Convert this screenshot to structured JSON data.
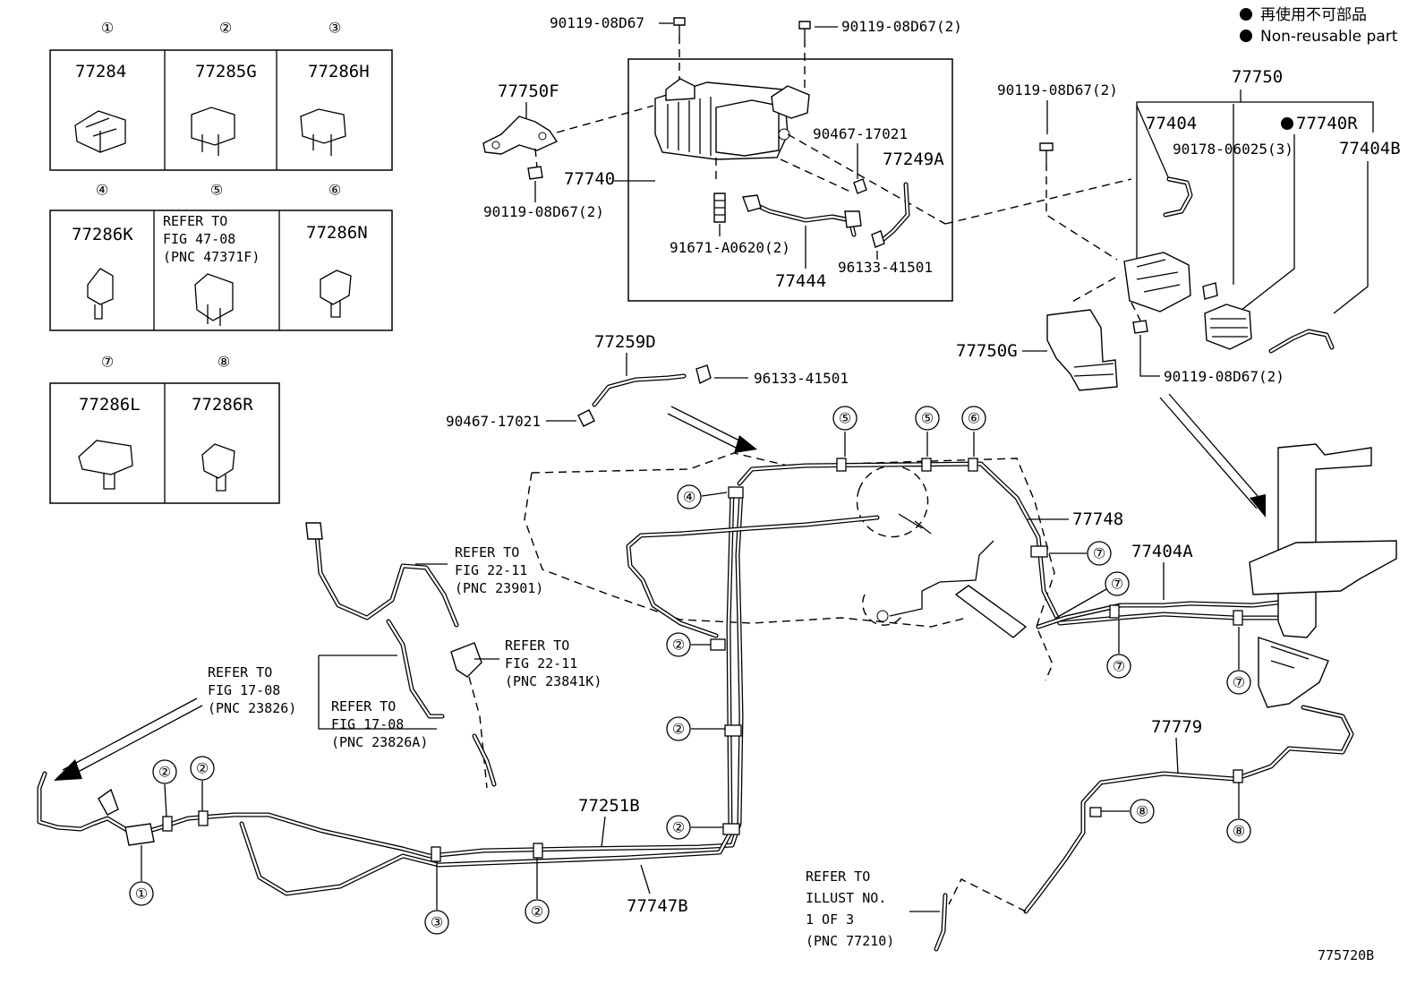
{
  "legend": {
    "line1": "再使用不可部品",
    "line2": "Non-reusable part"
  },
  "clip_table": [
    {
      "num": "①",
      "part": "77284"
    },
    {
      "num": "②",
      "part": "77285G"
    },
    {
      "num": "③",
      "part": "77286H"
    },
    {
      "num": "④",
      "part": "77286K"
    },
    {
      "num": "⑤",
      "ref1": "REFER TO",
      "ref2": "FIG 47-08",
      "ref3": "(PNC 47371F)"
    },
    {
      "num": "⑥",
      "part": "77286N"
    },
    {
      "num": "⑦",
      "part": "77286L"
    },
    {
      "num": "⑧",
      "part": "77286R"
    }
  ],
  "labels": {
    "bolt_top_a": "90119-08D67",
    "bolt_top_b": "90119-08D67(2)",
    "bracket_f": "77750F",
    "bolt_left": "90119-08D67(2)",
    "canister": "77740",
    "clamp_a": "90467-17021",
    "hose_a": "77249A",
    "bolt_b": "91671-A0620(2)",
    "hose_444": "77444",
    "clip_96133_a": "96133-41501",
    "bolt_right": "90119-08D67(2)",
    "assy_77750": "77750",
    "hose_404": "77404",
    "filter_r": "77740R",
    "clip_90178": "90178-06025(3)",
    "hose_404b": "77404B",
    "bracket_g": "77750G",
    "bolt_g": "90119-08D67(2)",
    "hose_259d": "77259D",
    "clip_96133_b": "96133-41501",
    "clamp_b": "90467-17021",
    "tube_748": "77748",
    "tube_404a": "77404A",
    "tube_779": "77779",
    "tube_251b": "77251B",
    "tube_747b": "77747B",
    "ref_22_a_1": "REFER TO",
    "ref_22_a_2": "FIG 22-11",
    "ref_22_a_3": "(PNC 23901)",
    "ref_22_b_1": "REFER TO",
    "ref_22_b_2": "FIG 22-11",
    "ref_22_b_3": "(PNC 23841K)",
    "ref_17_a_1": "REFER TO",
    "ref_17_a_2": "FIG 17-08",
    "ref_17_a_3": "(PNC 23826)",
    "ref_17_b_1": "REFER TO",
    "ref_17_b_2": "FIG 17-08",
    "ref_17_b_3": "(PNC 23826A)",
    "ref_illust_1": "REFER TO",
    "ref_illust_2": "ILLUST NO.",
    "ref_illust_3": "1 OF 3",
    "ref_illust_4": "(PNC 77210)",
    "figure_id": "775720B"
  },
  "callouts": {
    "c4": "④",
    "c5a": "⑤",
    "c5b": "⑤",
    "c6": "⑥",
    "c7a": "⑦",
    "c7b": "⑦",
    "c7c": "⑦",
    "c7d": "⑦",
    "c2a": "②",
    "c2b": "②",
    "c2c": "②",
    "c2d": "②",
    "c2e": "②",
    "c1": "①",
    "c3": "③",
    "c8a": "⑧",
    "c8b": "⑧"
  }
}
